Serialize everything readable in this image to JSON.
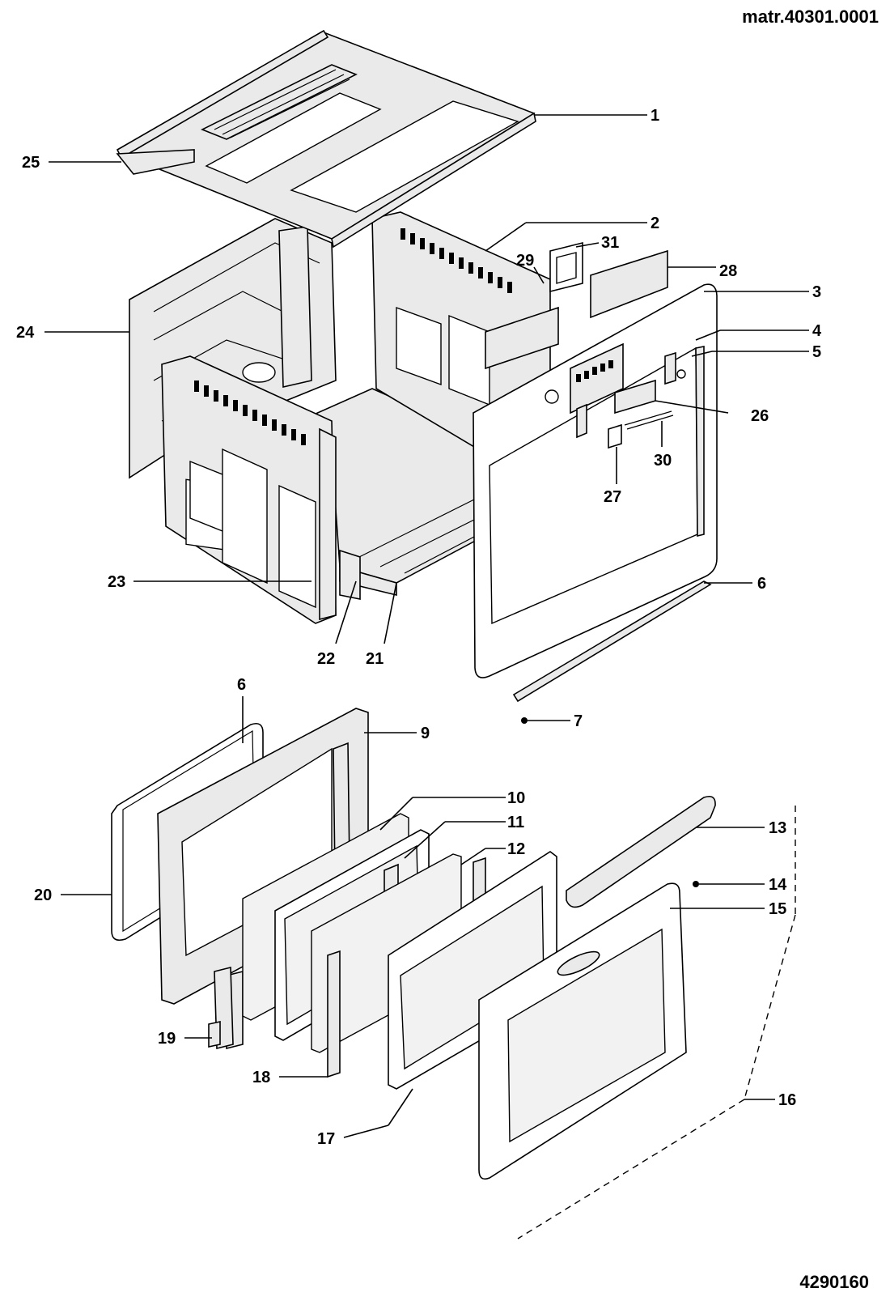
{
  "header": {
    "doc_code": "matr.40301.0001",
    "drawing_number": "4290160"
  },
  "callouts": [
    {
      "id": "c1",
      "label": "1"
    },
    {
      "id": "c2",
      "label": "2"
    },
    {
      "id": "c3",
      "label": "3"
    },
    {
      "id": "c4",
      "label": "4"
    },
    {
      "id": "c5",
      "label": "5"
    },
    {
      "id": "c6a",
      "label": "6"
    },
    {
      "id": "c7",
      "label": "7"
    },
    {
      "id": "c6b",
      "label": "6"
    },
    {
      "id": "c9",
      "label": "9"
    },
    {
      "id": "c10",
      "label": "10"
    },
    {
      "id": "c11",
      "label": "11"
    },
    {
      "id": "c12",
      "label": "12"
    },
    {
      "id": "c13",
      "label": "13"
    },
    {
      "id": "c14",
      "label": "14"
    },
    {
      "id": "c15",
      "label": "15"
    },
    {
      "id": "c16",
      "label": "16"
    },
    {
      "id": "c17",
      "label": "17"
    },
    {
      "id": "c18",
      "label": "18"
    },
    {
      "id": "c19",
      "label": "19"
    },
    {
      "id": "c20",
      "label": "20"
    },
    {
      "id": "c21",
      "label": "21"
    },
    {
      "id": "c22",
      "label": "22"
    },
    {
      "id": "c23",
      "label": "23"
    },
    {
      "id": "c24",
      "label": "24"
    },
    {
      "id": "c25",
      "label": "25"
    },
    {
      "id": "c26",
      "label": "26"
    },
    {
      "id": "c27",
      "label": "27"
    },
    {
      "id": "c28",
      "label": "28"
    },
    {
      "id": "c29",
      "label": "29"
    },
    {
      "id": "c30",
      "label": "30"
    },
    {
      "id": "c31",
      "label": "31"
    }
  ]
}
